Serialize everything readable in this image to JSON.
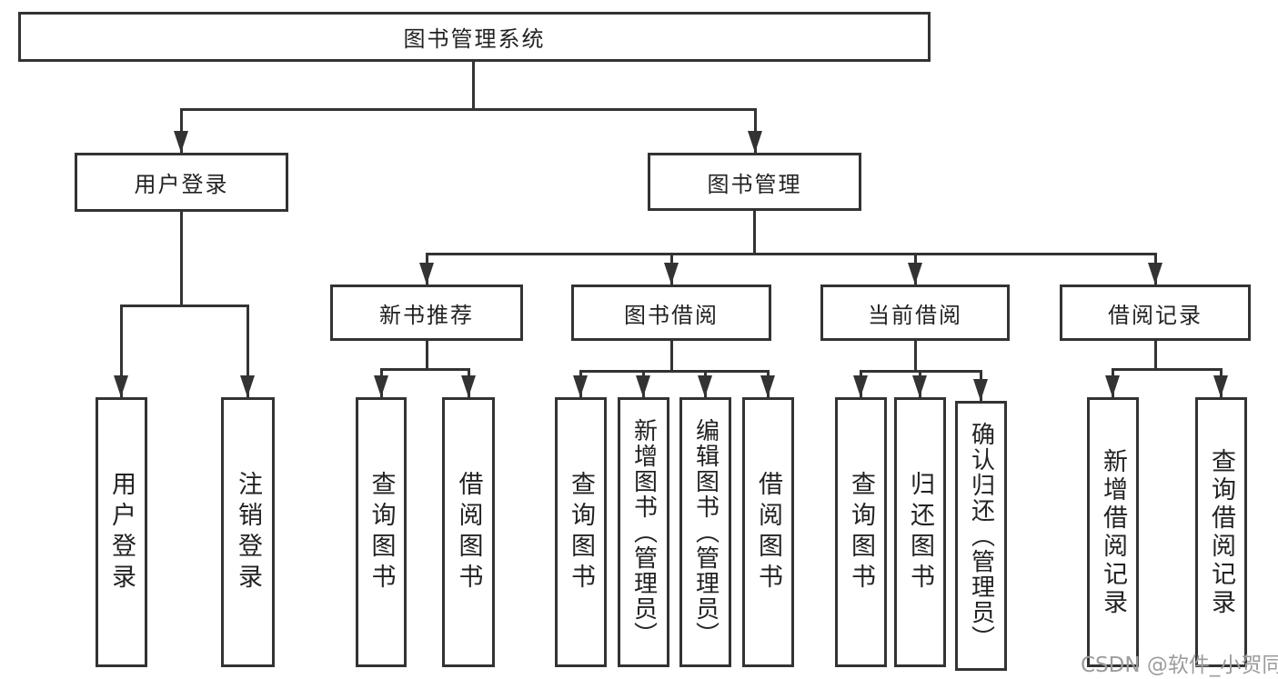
{
  "diagram": {
    "root": {
      "label": "图书管理系统"
    },
    "level2": {
      "user_login": {
        "label": "用户登录"
      },
      "book_mgmt": {
        "label": "图书管理"
      }
    },
    "level3": {
      "new_book_rec": {
        "label": "新书推荐"
      },
      "book_borrow": {
        "label": "图书借阅"
      },
      "current_borrow": {
        "label": "当前借阅"
      },
      "borrow_records": {
        "label": "借阅记录"
      }
    },
    "leaves": {
      "user_login_leaf": {
        "label": "用户登录"
      },
      "logout": {
        "label": "注销登录"
      },
      "rec_query_books": {
        "label": "查询图书"
      },
      "rec_borrow_books": {
        "label": "借阅图书"
      },
      "bb_query_books": {
        "label": "查询图书"
      },
      "bb_add_books": {
        "label": "新增图书（管理员）"
      },
      "bb_edit_books": {
        "label": "编辑图书（管理员）"
      },
      "bb_borrow_books": {
        "label": "借阅图书"
      },
      "cb_query_books": {
        "label": "查询图书"
      },
      "cb_return_books": {
        "label": "归还图书"
      },
      "cb_confirm_return": {
        "label": "确认归还（管理员）"
      },
      "br_add_record": {
        "label": "新增借阅记录"
      },
      "br_query_record": {
        "label": "查询借阅记录"
      }
    }
  },
  "watermark": {
    "text": "CSDN @软件_小贺同学"
  },
  "colors": {
    "line": "#333333",
    "text": "#222222",
    "watermark": "#9c9c9c",
    "background": "#ffffff"
  }
}
